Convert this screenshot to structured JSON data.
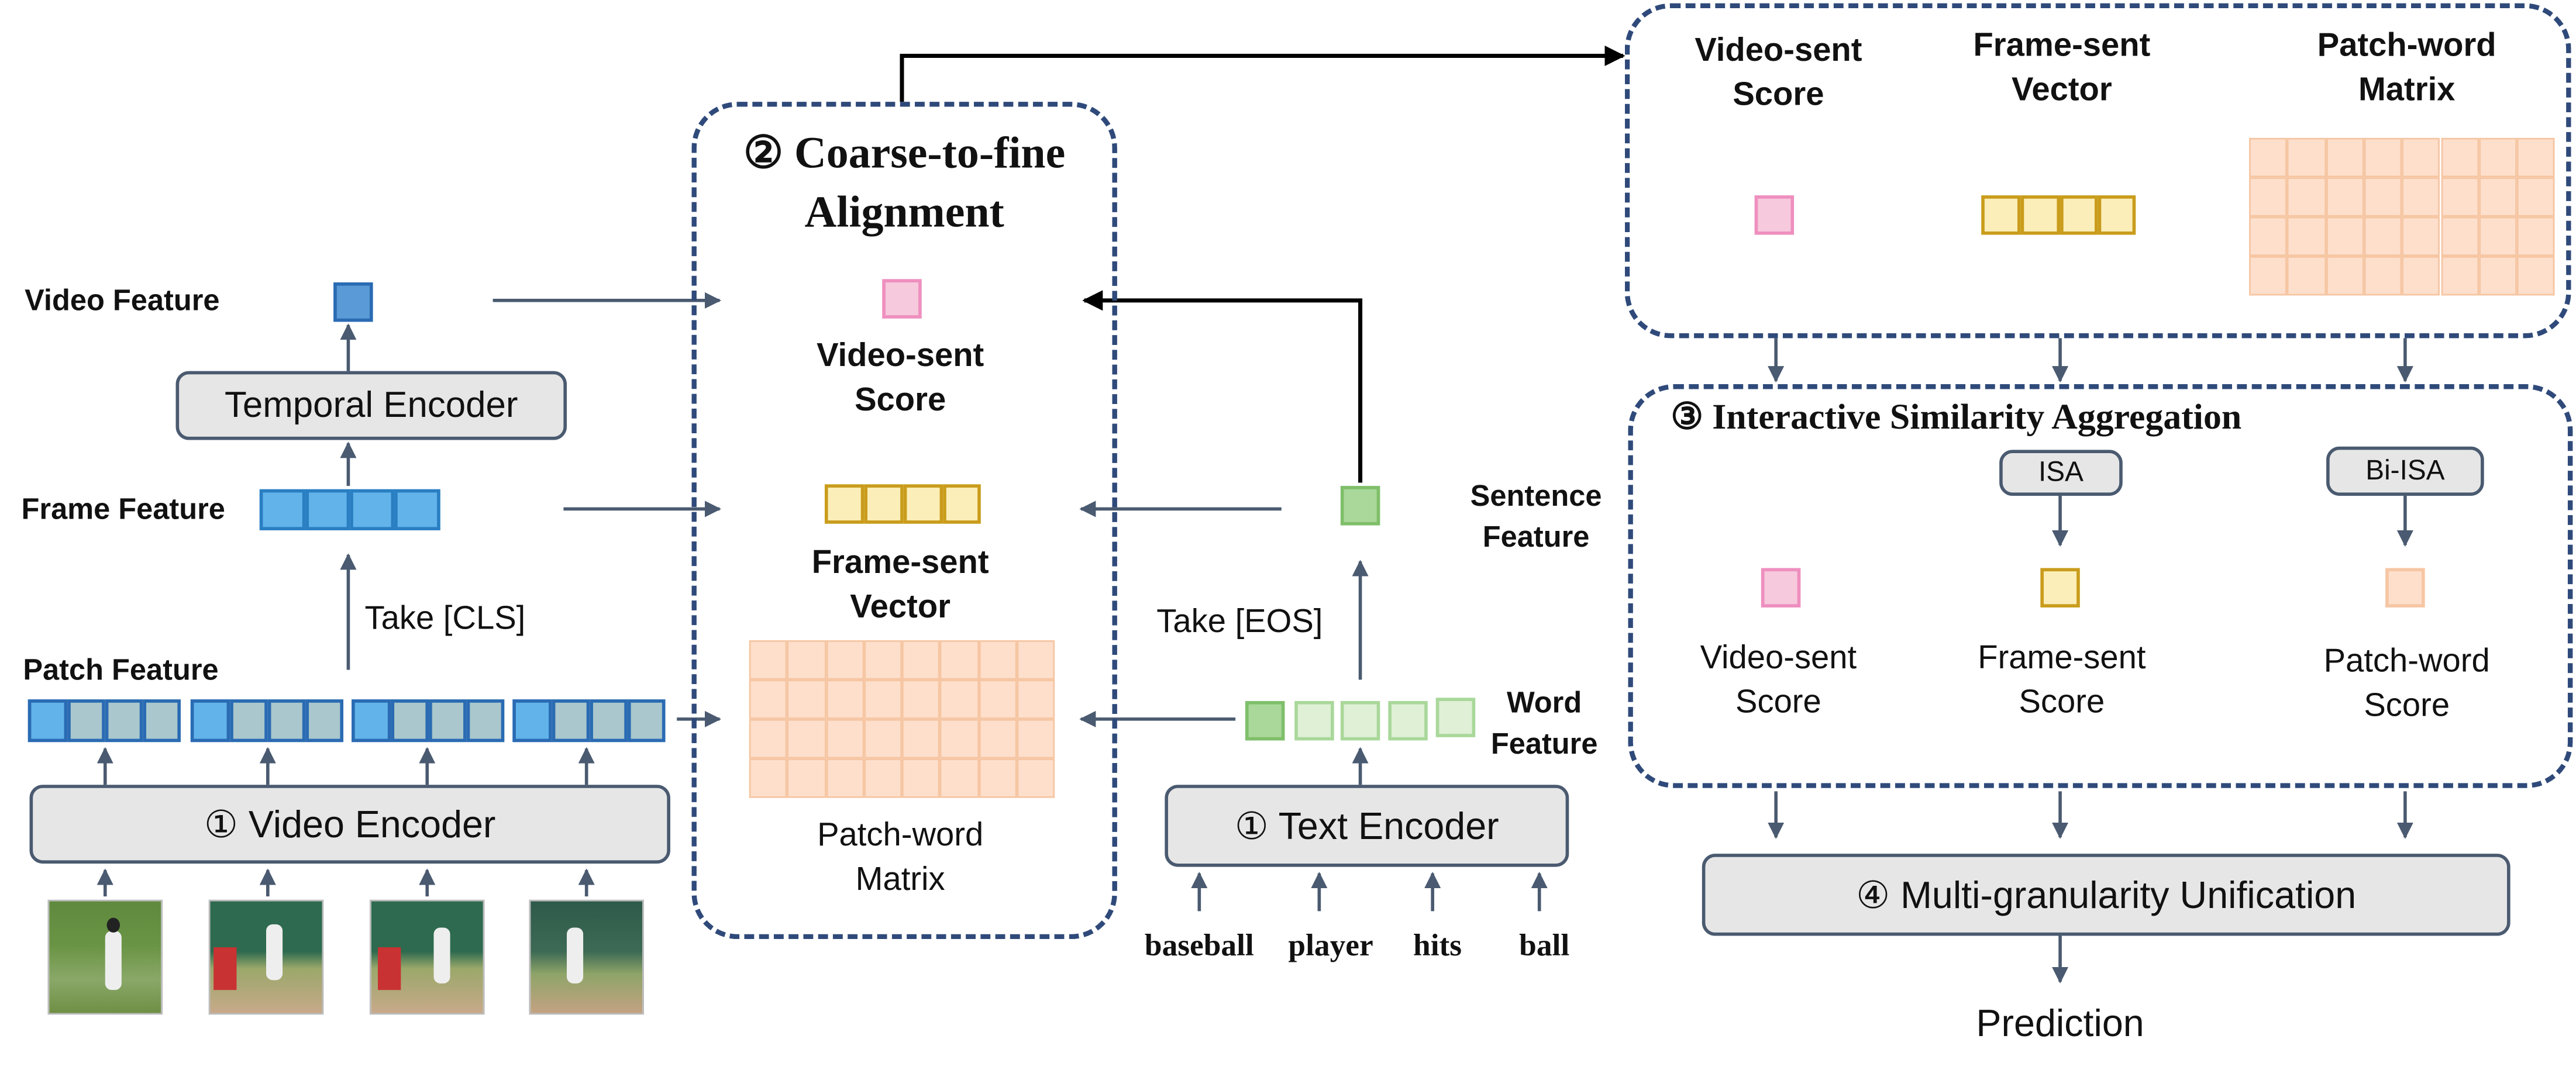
{
  "left": {
    "video_feature": "Video Feature",
    "temporal_encoder": "Temporal Encoder",
    "frame_feature": "Frame Feature",
    "take_cls": "Take [CLS]",
    "patch_feature": "Patch Feature",
    "video_encoder": "① Video Encoder"
  },
  "center": {
    "title_line1": "② Coarse-to-fine",
    "title_line2": "Alignment",
    "video_sent_1": "Video-sent",
    "video_sent_2": "Score",
    "frame_sent_1": "Frame-sent",
    "frame_sent_2": "Vector",
    "patch_word_1": "Patch-word",
    "patch_word_2": "Matrix"
  },
  "text_side": {
    "sentence_feature_1": "Sentence",
    "sentence_feature_2": "Feature",
    "take_eos": "Take [EOS]",
    "word_feature_1": "Word",
    "word_feature_2": "Feature",
    "text_encoder": "① Text Encoder",
    "words": [
      "baseball",
      "player",
      "hits",
      "ball"
    ]
  },
  "top_right": {
    "video_sent_1": "Video-sent",
    "video_sent_2": "Score",
    "frame_sent_1": "Frame-sent",
    "frame_sent_2": "Vector",
    "patch_word_1": "Patch-word",
    "patch_word_2": "Matrix"
  },
  "isa_panel": {
    "title": "③ Interactive Similarity Aggregation",
    "isa": "ISA",
    "bi_isa": "Bi-ISA",
    "video_sent_1": "Video-sent",
    "video_sent_2": "Score",
    "frame_sent_1": "Frame-sent",
    "frame_sent_2": "Score",
    "patch_word_1": "Patch-word",
    "patch_word_2": "Score"
  },
  "unification": "④ Multi-granularity Unification",
  "prediction": "Prediction",
  "colors": {
    "video_blue": "#5a9ad6",
    "frame_blue": "#61b3ea",
    "patch_teal": "#a9c7cc",
    "pink": "#f7c9dc",
    "yellow": "#fbeeb8",
    "peach": "#fddfcc",
    "green": "#a9d89a",
    "light_green": "#dff0d6",
    "dashed": "#2f4a7a",
    "arrow": "#4a5a70"
  }
}
